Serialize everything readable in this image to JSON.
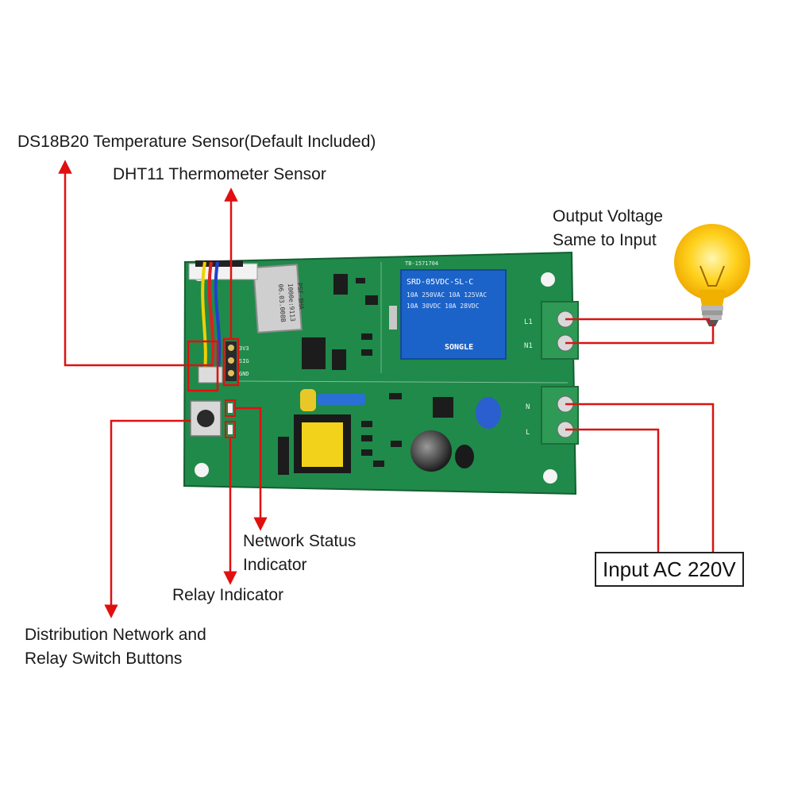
{
  "labels": {
    "ds18b20": "DS18B20 Temperature Sensor(Default Included)",
    "dht11": "DHT11 Thermometer Sensor",
    "output_voltage_line1": "Output Voltage",
    "output_voltage_line2": "Same to Input",
    "network_status_line1": "Network Status",
    "network_status_line2": "Indicator",
    "relay_indicator": "Relay Indicator",
    "buttons_line1": "Distribution Network and",
    "buttons_line2": "Relay Switch Buttons",
    "input_ac": "Input AC 220V"
  },
  "board": {
    "module_line1": "PSF-BHA",
    "module_line2": "1000e:9113",
    "module_line3": "06.03.008B",
    "relay_model": "SRD-05VDC-SL-C",
    "relay_rating1": "10A 250VAC  10A 125VAC",
    "relay_rating2": "10A 30VDC  10A 28VDC",
    "relay_brand": "SONGLE",
    "board_code": "TB-1571704",
    "terminal_out_labels": [
      "L1",
      "N1"
    ],
    "terminal_in_labels": [
      "N",
      "L"
    ],
    "header_pins": [
      "3V3",
      "SIG",
      "GND"
    ]
  },
  "colors": {
    "pcb": "#1f8a4a",
    "pcb_dark": "#176b39",
    "arrow": "#e01010",
    "wire": "#d81414",
    "relay": "#1c63c9",
    "terminal": "#2f9a55",
    "transformer": "#f2d21a",
    "bulb": "#ffcc1e"
  }
}
